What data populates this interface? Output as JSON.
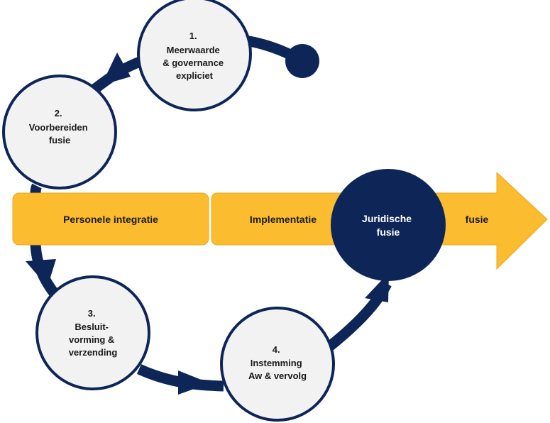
{
  "colors": {
    "navy": "#0d2557",
    "yellow": "#fbbd2f",
    "circle_fill": "#f2f2f2",
    "text": "#1a1a1a"
  },
  "steps": [
    {
      "number": "1.",
      "lines": [
        "Meerwaarde",
        "& governance",
        "expliciet"
      ]
    },
    {
      "number": "2.",
      "lines": [
        "Voorbereiden",
        "fusie"
      ]
    },
    {
      "number": "3.",
      "lines": [
        "Besluit-",
        "vorming &",
        "verzending"
      ]
    },
    {
      "number": "4.",
      "lines": [
        "Instemming",
        "Aw & vervolg"
      ]
    }
  ],
  "bars": {
    "left_label": "Personele integratie",
    "right_label": "Implementatie",
    "right_tail_label": "fusie"
  },
  "milestone": {
    "lines": [
      "Juridische",
      "fusie"
    ]
  }
}
